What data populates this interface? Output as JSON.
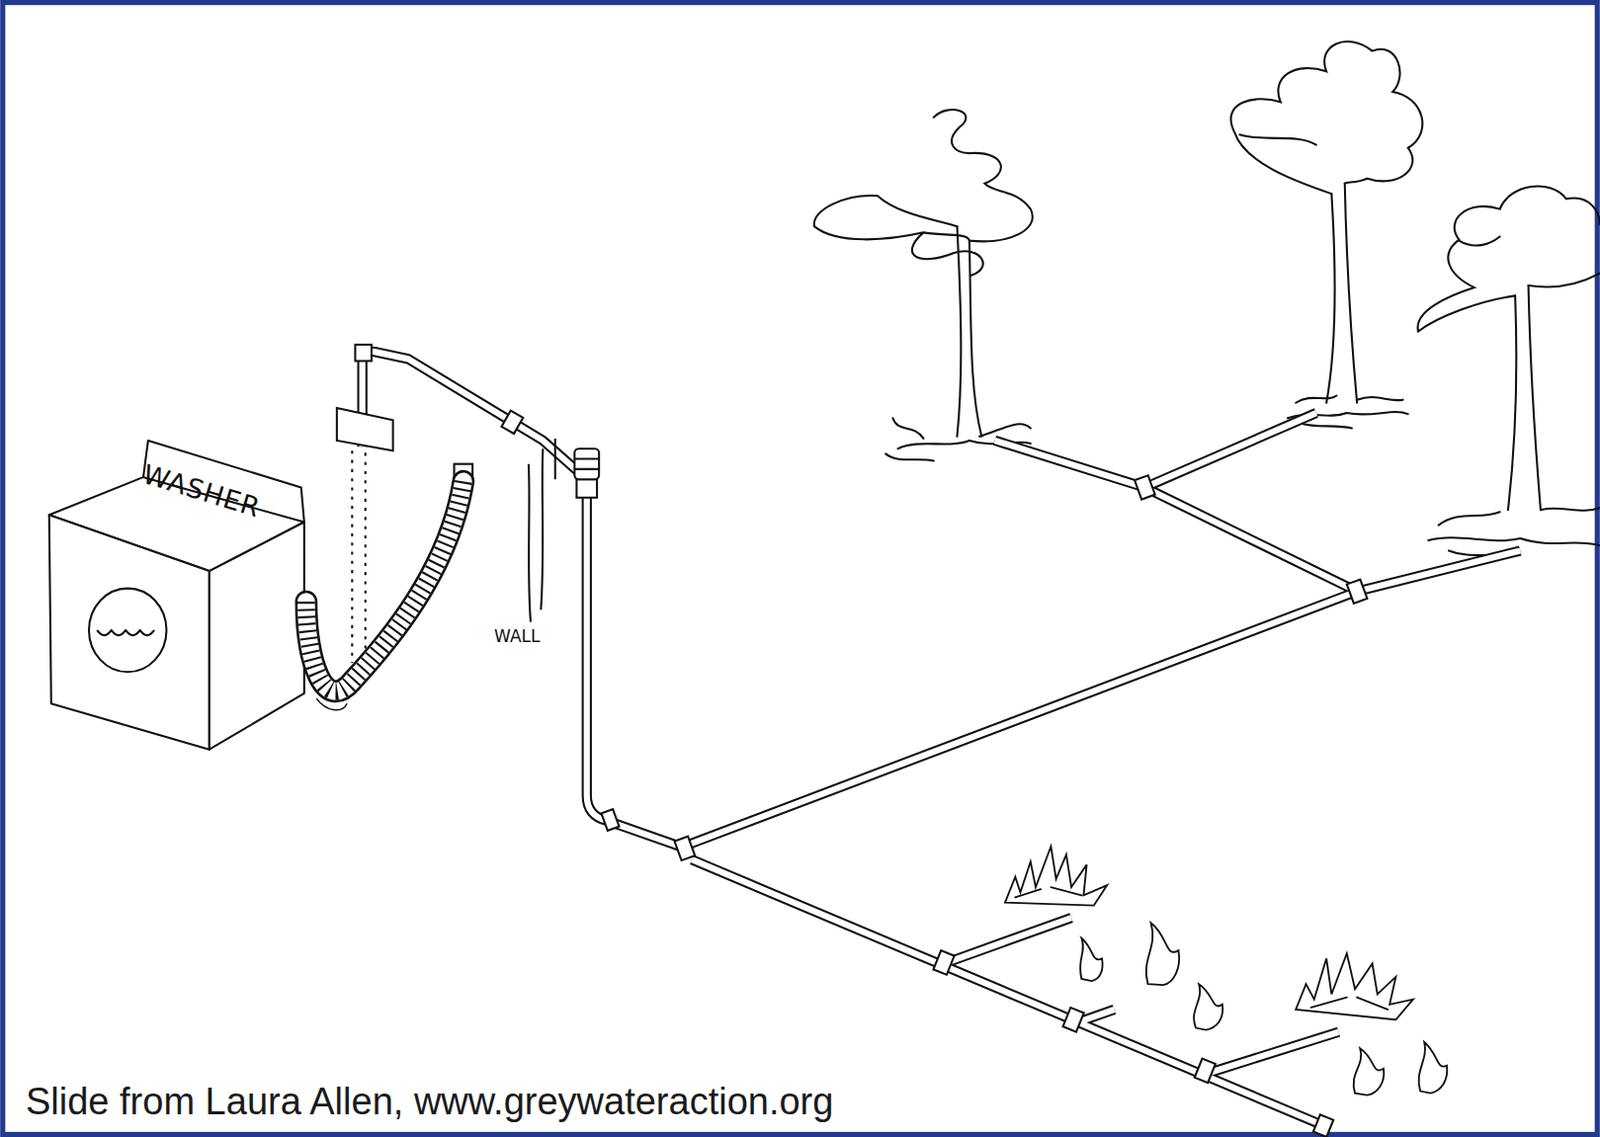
{
  "diagram": {
    "caption": "Slide from Laura Allen, www.greywateraction.org",
    "nodes": [
      {
        "text": [
          "WASHER"
        ]
      }
    ],
    "labels": [
      "WALL"
    ]
  }
}
